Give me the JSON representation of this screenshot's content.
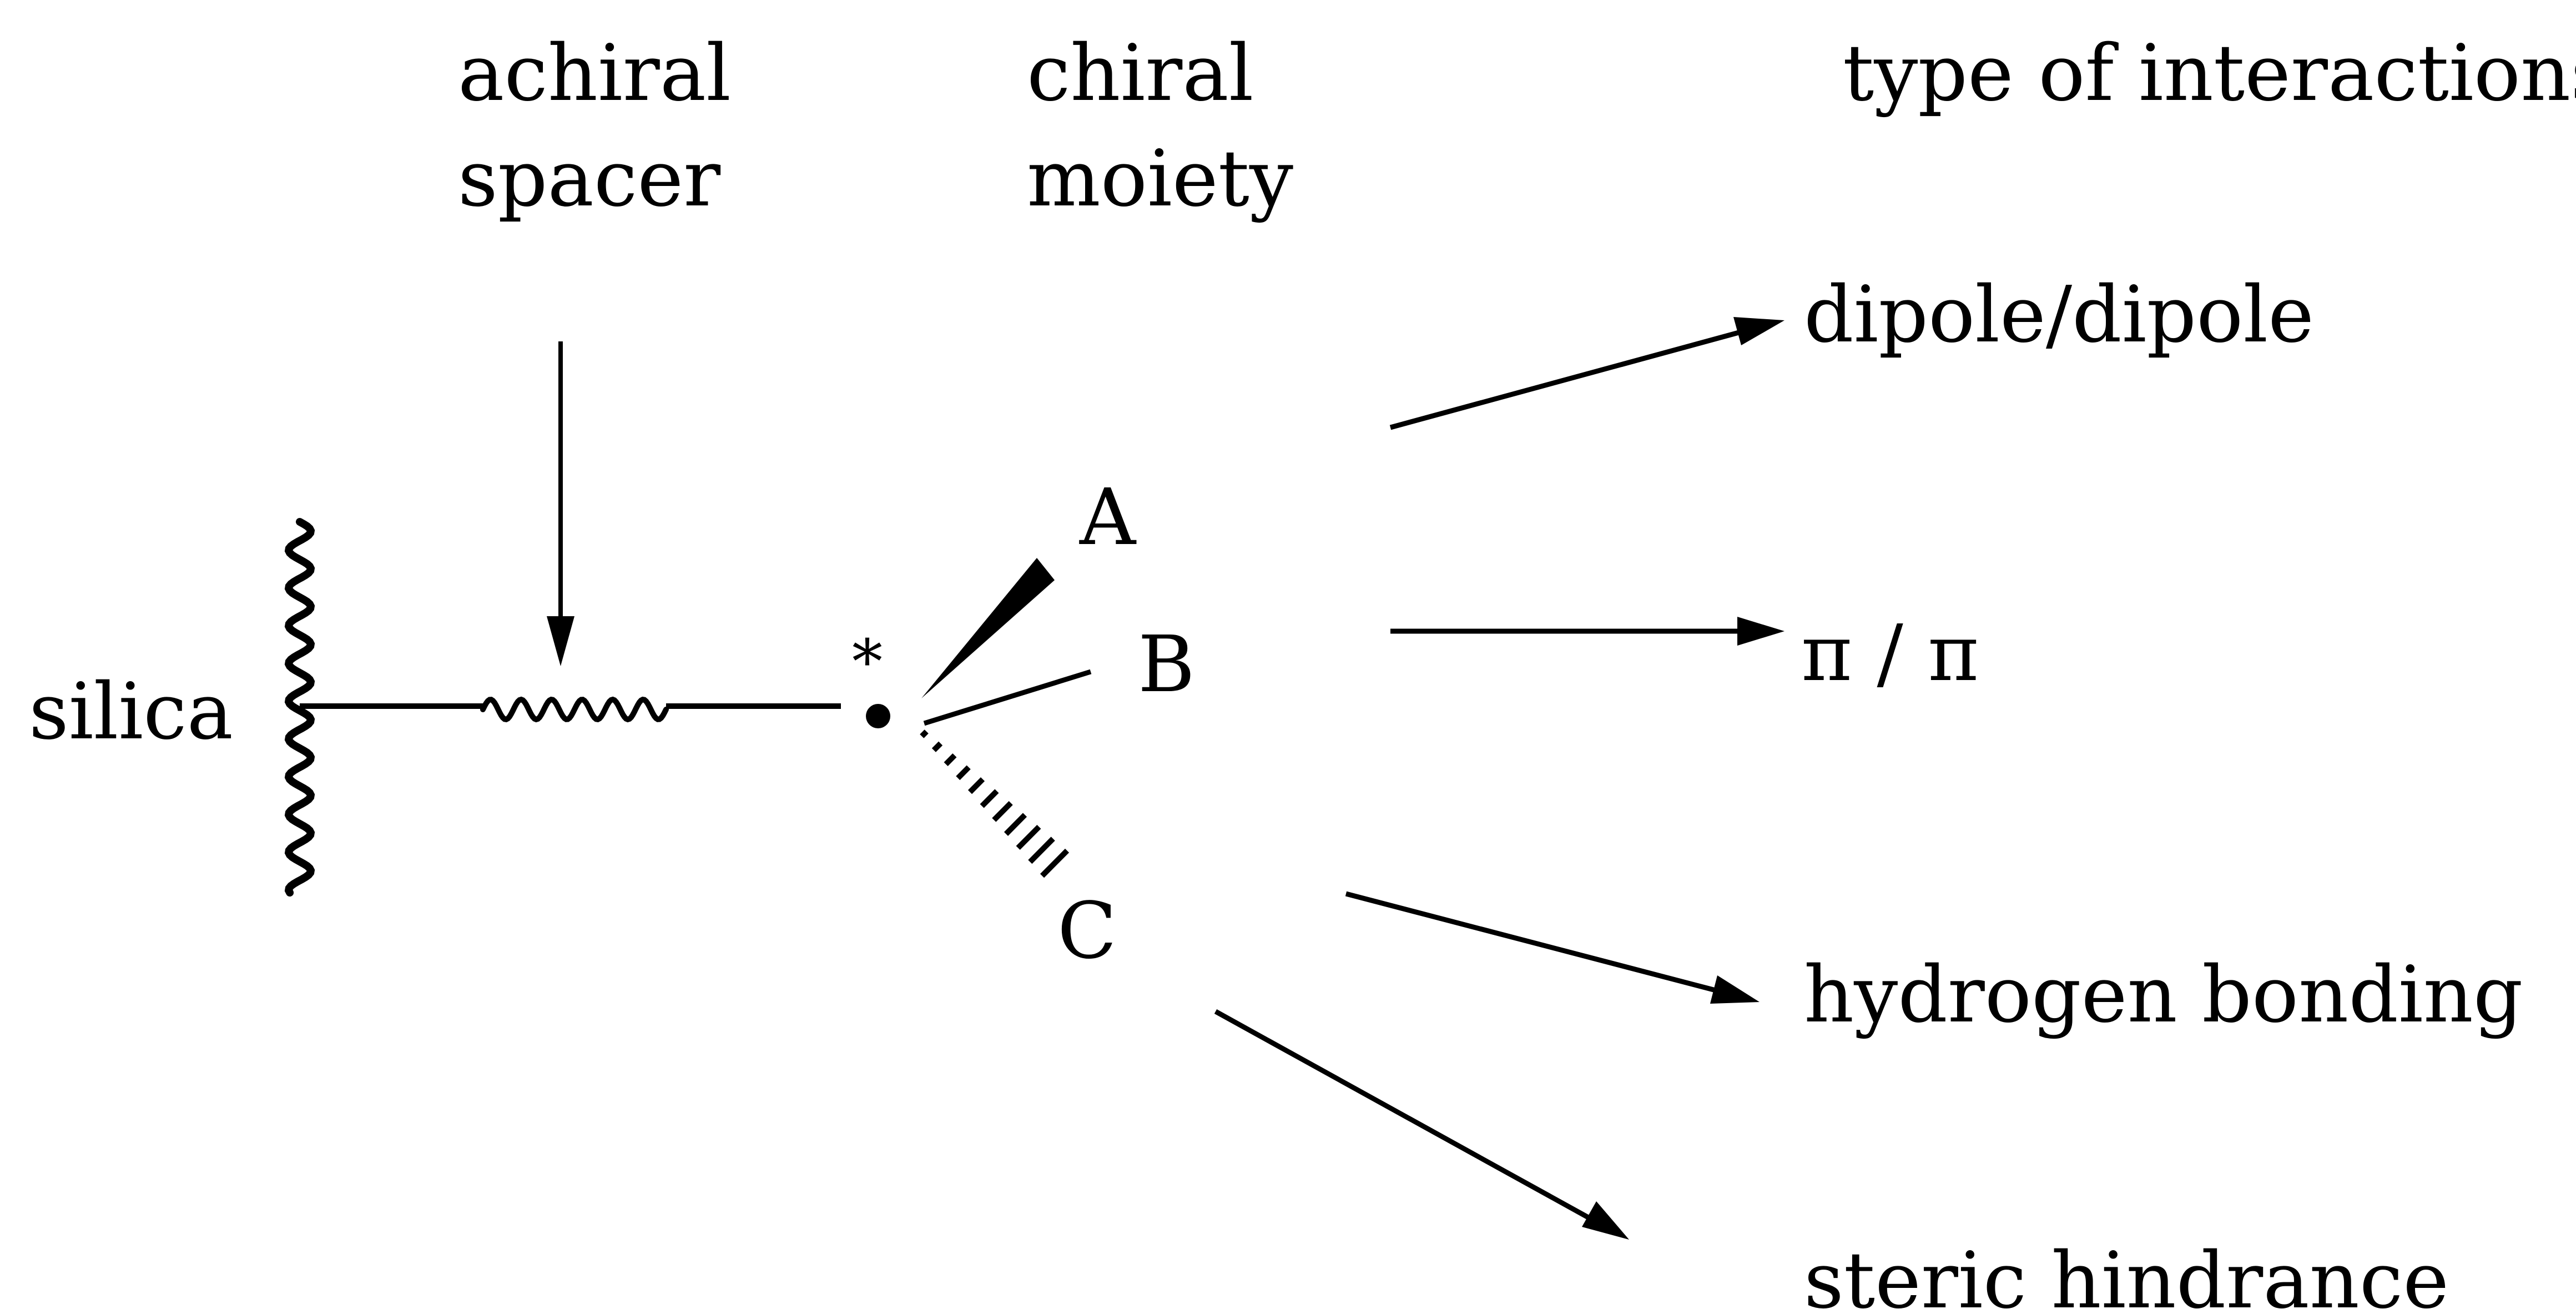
{
  "labels": {
    "achiral_spacer": [
      "achiral",
      "spacer"
    ],
    "chiral_moiety": [
      "chiral",
      "moiety"
    ],
    "interactions_title": "type of interactions:",
    "silica": "silica",
    "stereocenter_mark": "*",
    "substituent_a": "A",
    "substituent_b": "B",
    "substituent_c": "C"
  },
  "interactions": [
    "dipole/dipole",
    "π / π",
    "hydrogen bonding",
    "steric hindrance"
  ],
  "colors": {
    "ink": "#000000",
    "background": "#ffffff"
  }
}
